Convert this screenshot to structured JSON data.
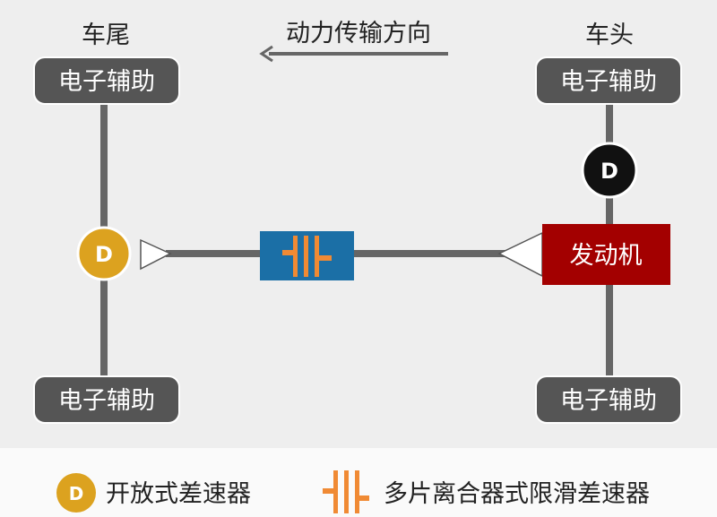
{
  "labels": {
    "rear": "车尾",
    "front": "车头",
    "power_direction": "动力传输方向"
  },
  "boxes": {
    "rear_top": "电子辅助",
    "rear_bottom": "电子辅助",
    "front_top": "电子辅助",
    "front_bottom": "电子辅助",
    "engine": "发动机"
  },
  "diffs": {
    "rear": "D",
    "front": "D"
  },
  "legend": {
    "open_diff_symbol": "D",
    "open_diff": "开放式差速器",
    "lsd": "多片离合器式限滑差速器"
  },
  "colors": {
    "background": "#eeeeee",
    "legend_bg": "#fafafa",
    "assist_box": "#555555",
    "shaft": "#666666",
    "open_diff": "#dca21f",
    "front_diff": "#111111",
    "clutch_box": "#1b6fa6",
    "clutch_symbol": "#f08a34",
    "engine": "#a30000"
  }
}
